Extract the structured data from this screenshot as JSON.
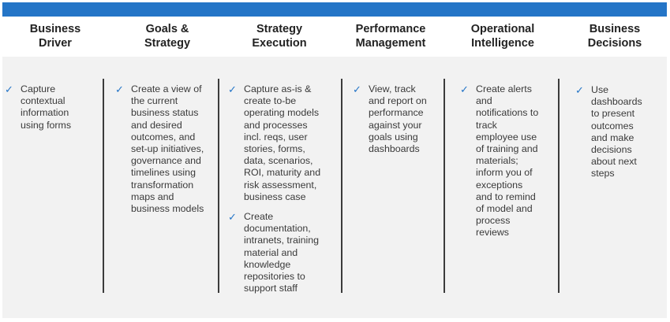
{
  "colors": {
    "accent": "#2475c7",
    "panel": "#f2f2f2",
    "divider": "#3c3c3c"
  },
  "check_icon": "✓",
  "headers": [
    "Business\nDriver",
    "Goals &\nStrategy",
    "Strategy\nExecution",
    "Performance\nManagement",
    "Operational\nIntelligence",
    "Business\nDecisions"
  ],
  "columns": [
    {
      "items": [
        "Capture\ncontextual\ninformation\nusing forms"
      ]
    },
    {
      "items": [
        "Create a view of\nthe current\nbusiness status\nand desired\noutcomes, and\nset-up initiatives,\ngovernance and\ntimelines using\ntransformation\nmaps and\nbusiness models"
      ]
    },
    {
      "items": [
        "Capture as-is &\ncreate to-be\noperating models\nand processes\nincl. reqs, user\nstories, forms,\ndata, scenarios,\nROI, maturity and\nrisk assessment,\nbusiness case",
        "Create\ndocumentation,\nintranets, training\nmaterial and\nknowledge\nrepositories to\nsupport staff"
      ]
    },
    {
      "items": [
        "View, track\nand report on\nperformance\nagainst your\ngoals using\ndashboards"
      ]
    },
    {
      "items": [
        "Create alerts\nand\nnotifications to\ntrack\nemployee use\nof training and\nmaterials;\ninform you of\nexceptions\nand to remind\nof model and\nprocess\nreviews"
      ]
    },
    {
      "items": [
        "Use\ndashboards\nto present\noutcomes\nand make\ndecisions\nabout next\nsteps"
      ]
    }
  ]
}
